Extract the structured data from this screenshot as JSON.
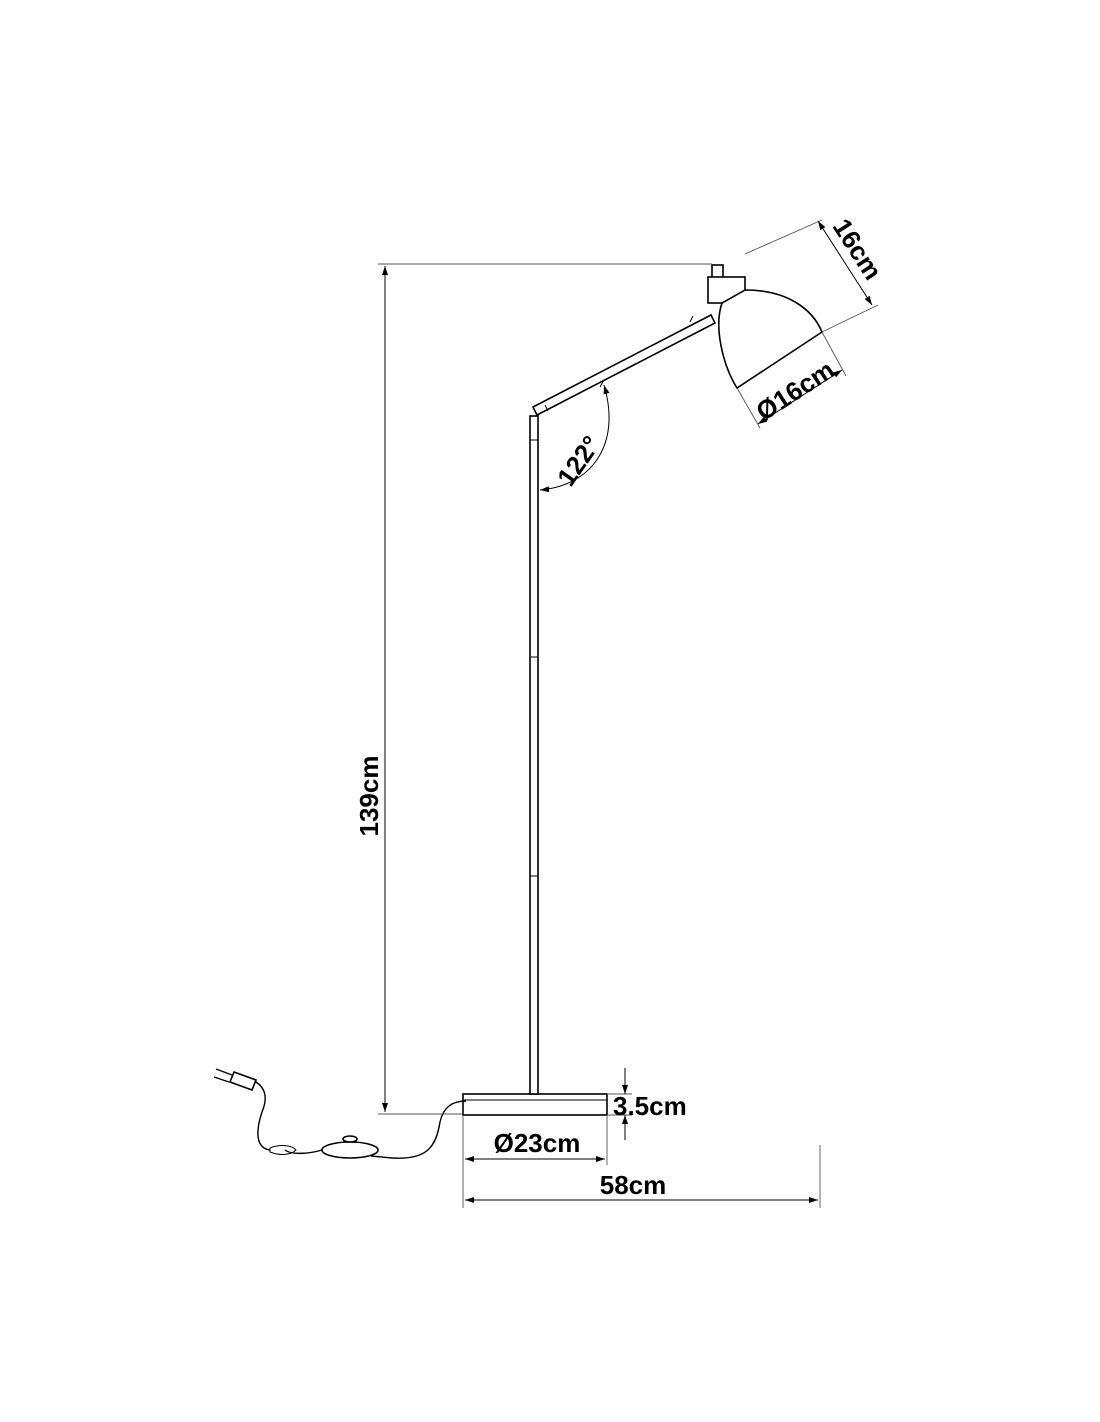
{
  "diagram": {
    "labels": {
      "height": "139cm",
      "shade_length": "16cm",
      "shade_diameter": "Ø16cm",
      "arm_angle": "122°",
      "base_height": "3.5cm",
      "base_diameter": "Ø23cm",
      "total_width": "58cm"
    },
    "colors": {
      "line": "#000000",
      "background": "#ffffff"
    }
  }
}
